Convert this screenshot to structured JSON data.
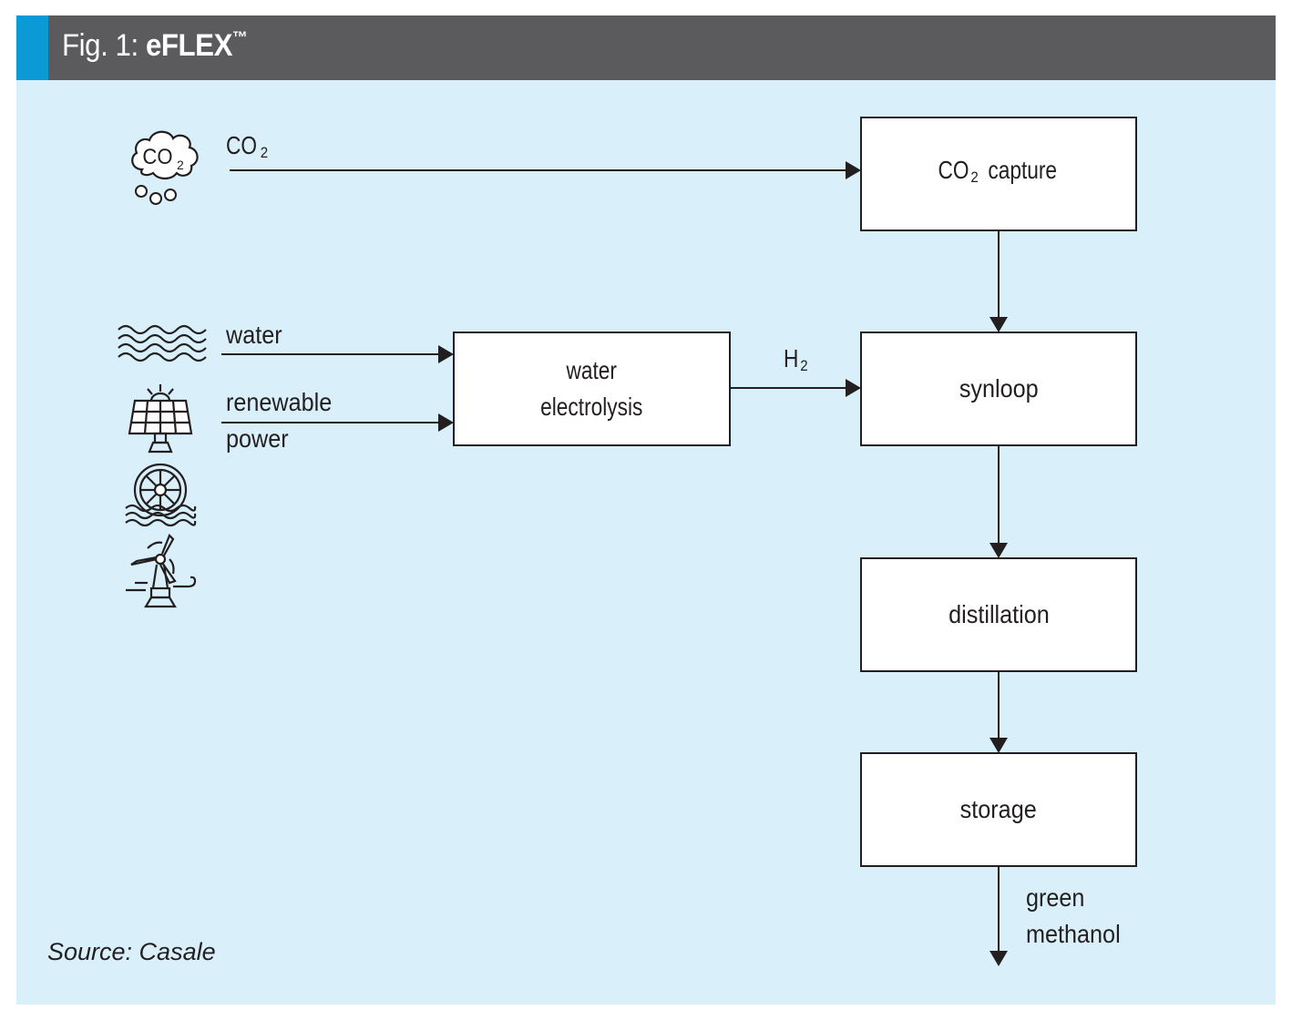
{
  "figure": {
    "title_prefix": "Fig. 1: ",
    "title_bold": "eFLEX",
    "title_tm": "™",
    "source": "Source: Casale"
  },
  "colors": {
    "header_bg": "#5b5a5c",
    "header_accent": "#0b9ad6",
    "panel_bg": "#d9f0fa",
    "box_fill": "#ffffff",
    "stroke": "#231f20"
  },
  "inputs": {
    "co2": {
      "label": "CO",
      "sub": "2",
      "icon": "co2-cloud-icon",
      "icon_text": "CO",
      "icon_sub": "2"
    },
    "water": {
      "label": "water",
      "icon": "water-waves-icon"
    },
    "power": {
      "label_line1": "renewable",
      "label_line2": "power",
      "icons": [
        "solar-panel-icon",
        "water-wheel-icon",
        "wind-turbine-icon"
      ]
    }
  },
  "nodes": {
    "co2_capture": {
      "prefix": "CO",
      "sub": "2",
      "suffix": " capture"
    },
    "electrolysis": {
      "line1": "water",
      "line2": "electrolysis"
    },
    "synloop": {
      "label": "synloop"
    },
    "distillation": {
      "label": "distillation"
    },
    "storage": {
      "label": "storage"
    }
  },
  "edges": {
    "h2": {
      "label": "H",
      "sub": "2"
    },
    "output": {
      "line1": "green",
      "line2": "methanol"
    }
  }
}
